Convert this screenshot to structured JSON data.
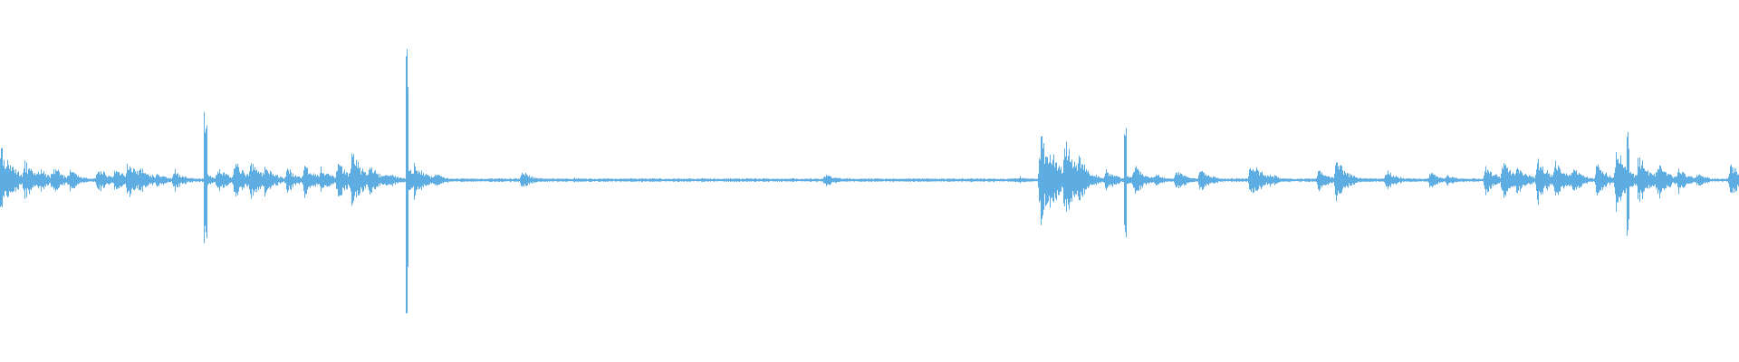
{
  "waveform": {
    "color": "#5dade2",
    "background": "#ffffff",
    "channels": 1,
    "normalized_timeline": {
      "amplitude_scale": 1.0,
      "events": [
        {
          "t": 0.0,
          "amp": 0.26,
          "kind": "burst"
        },
        {
          "t": 0.006,
          "amp": 0.12,
          "kind": "burst"
        },
        {
          "t": 0.014,
          "amp": 0.14,
          "kind": "burst"
        },
        {
          "t": 0.022,
          "amp": 0.1,
          "kind": "burst"
        },
        {
          "t": 0.03,
          "amp": 0.11,
          "kind": "burst"
        },
        {
          "t": 0.04,
          "amp": 0.08,
          "kind": "burst"
        },
        {
          "t": 0.056,
          "amp": 0.1,
          "kind": "burst"
        },
        {
          "t": 0.066,
          "amp": 0.09,
          "kind": "burst"
        },
        {
          "t": 0.073,
          "amp": 0.15,
          "kind": "burst"
        },
        {
          "t": 0.08,
          "amp": 0.11,
          "kind": "burst"
        },
        {
          "t": 0.09,
          "amp": 0.06,
          "kind": "burst"
        },
        {
          "t": 0.1,
          "amp": 0.08,
          "kind": "burst"
        },
        {
          "t": 0.118,
          "amp": 0.45,
          "kind": "spike"
        },
        {
          "t": 0.125,
          "amp": 0.1,
          "kind": "burst"
        },
        {
          "t": 0.135,
          "amp": 0.14,
          "kind": "burst"
        },
        {
          "t": 0.144,
          "amp": 0.16,
          "kind": "burst"
        },
        {
          "t": 0.152,
          "amp": 0.11,
          "kind": "burst"
        },
        {
          "t": 0.165,
          "amp": 0.09,
          "kind": "burst"
        },
        {
          "t": 0.175,
          "amp": 0.12,
          "kind": "burst"
        },
        {
          "t": 0.184,
          "amp": 0.09,
          "kind": "burst"
        },
        {
          "t": 0.194,
          "amp": 0.15,
          "kind": "burst"
        },
        {
          "t": 0.202,
          "amp": 0.21,
          "kind": "burst"
        },
        {
          "t": 0.212,
          "amp": 0.12,
          "kind": "burst"
        },
        {
          "t": 0.222,
          "amp": 0.07,
          "kind": "burst"
        },
        {
          "t": 0.234,
          "amp": 0.98,
          "kind": "spike"
        },
        {
          "t": 0.238,
          "amp": 0.14,
          "kind": "burst"
        },
        {
          "t": 0.25,
          "amp": 0.05,
          "kind": "burst"
        },
        {
          "t": 0.3,
          "amp": 0.07,
          "kind": "burst"
        },
        {
          "t": 0.33,
          "amp": 0.02,
          "kind": "burst"
        },
        {
          "t": 0.474,
          "amp": 0.05,
          "kind": "burst"
        },
        {
          "t": 0.586,
          "amp": 0.03,
          "kind": "burst"
        },
        {
          "t": 0.598,
          "amp": 0.34,
          "kind": "burst"
        },
        {
          "t": 0.603,
          "amp": 0.28,
          "kind": "burst"
        },
        {
          "t": 0.612,
          "amp": 0.34,
          "kind": "burst"
        },
        {
          "t": 0.62,
          "amp": 0.18,
          "kind": "burst"
        },
        {
          "t": 0.636,
          "amp": 0.08,
          "kind": "burst"
        },
        {
          "t": 0.647,
          "amp": 0.37,
          "kind": "spike"
        },
        {
          "t": 0.652,
          "amp": 0.12,
          "kind": "burst"
        },
        {
          "t": 0.664,
          "amp": 0.05,
          "kind": "burst"
        },
        {
          "t": 0.676,
          "amp": 0.08,
          "kind": "burst"
        },
        {
          "t": 0.69,
          "amp": 0.09,
          "kind": "burst"
        },
        {
          "t": 0.719,
          "amp": 0.15,
          "kind": "burst"
        },
        {
          "t": 0.73,
          "amp": 0.05,
          "kind": "burst"
        },
        {
          "t": 0.758,
          "amp": 0.08,
          "kind": "burst"
        },
        {
          "t": 0.768,
          "amp": 0.15,
          "kind": "burst"
        },
        {
          "t": 0.797,
          "amp": 0.08,
          "kind": "burst"
        },
        {
          "t": 0.822,
          "amp": 0.06,
          "kind": "burst"
        },
        {
          "t": 0.832,
          "amp": 0.04,
          "kind": "burst"
        },
        {
          "t": 0.854,
          "amp": 0.11,
          "kind": "burst"
        },
        {
          "t": 0.864,
          "amp": 0.14,
          "kind": "burst"
        },
        {
          "t": 0.872,
          "amp": 0.12,
          "kind": "burst"
        },
        {
          "t": 0.884,
          "amp": 0.16,
          "kind": "burst"
        },
        {
          "t": 0.894,
          "amp": 0.15,
          "kind": "burst"
        },
        {
          "t": 0.904,
          "amp": 0.1,
          "kind": "burst"
        },
        {
          "t": 0.918,
          "amp": 0.12,
          "kind": "burst"
        },
        {
          "t": 0.929,
          "amp": 0.24,
          "kind": "burst"
        },
        {
          "t": 0.936,
          "amp": 0.38,
          "kind": "spike"
        },
        {
          "t": 0.942,
          "amp": 0.18,
          "kind": "burst"
        },
        {
          "t": 0.953,
          "amp": 0.14,
          "kind": "burst"
        },
        {
          "t": 0.965,
          "amp": 0.09,
          "kind": "burst"
        },
        {
          "t": 0.976,
          "amp": 0.05,
          "kind": "burst"
        },
        {
          "t": 0.995,
          "amp": 0.13,
          "kind": "burst"
        }
      ]
    }
  }
}
